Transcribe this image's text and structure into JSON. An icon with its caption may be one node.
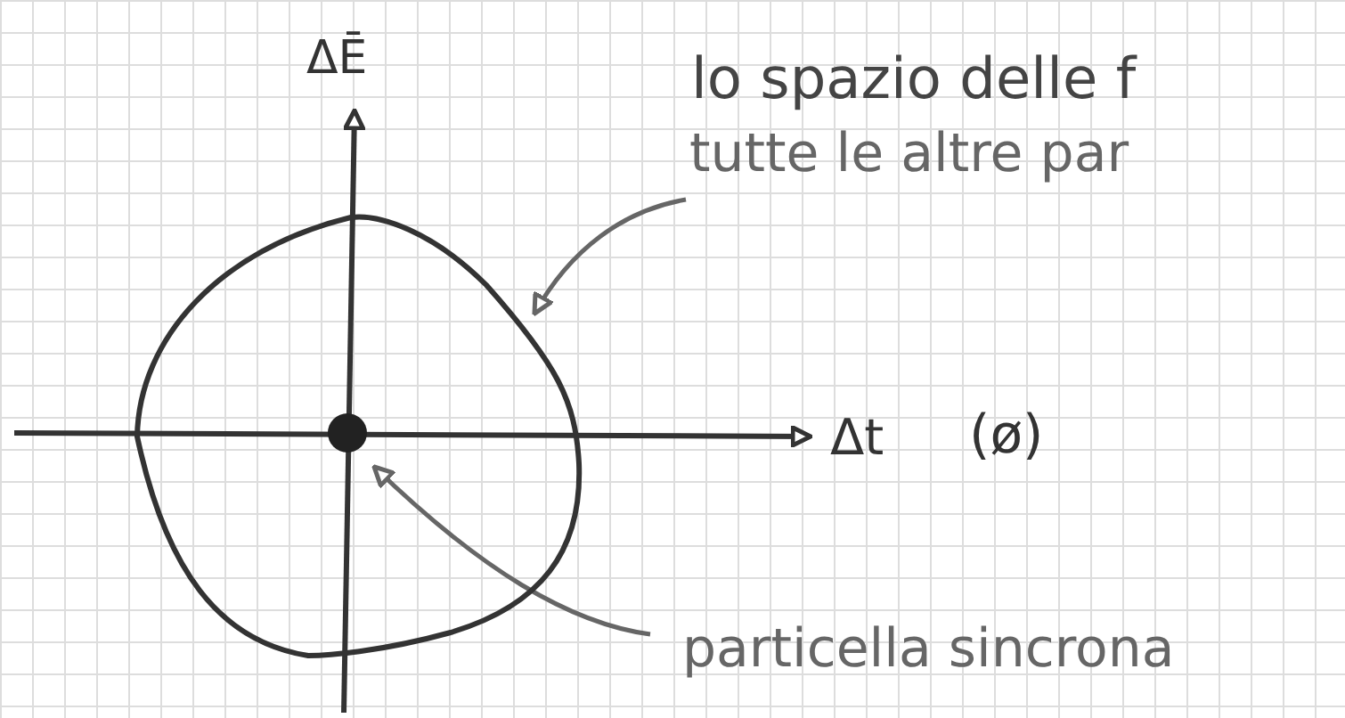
{
  "diagram": {
    "nodes": [
      {
        "text": [],
        "shape": "circle"
      },
      {
        "text": [],
        "shape": "circle",
        "in": 0
      },
      {
        "text": [
          "tutte le altre par"
        ]
      },
      {
        "text": [
          "particella sincrona"
        ]
      }
    ],
    "edges": [
      {
        "from": 2,
        "to": 0,
        "arrow": "to"
      },
      {
        "from": 3,
        "to": 1,
        "arrow": "to"
      }
    ],
    "labels": [
      "ΔĒ",
      "lo spazio delle f",
      "Δt",
      "(ø)"
    ]
  }
}
